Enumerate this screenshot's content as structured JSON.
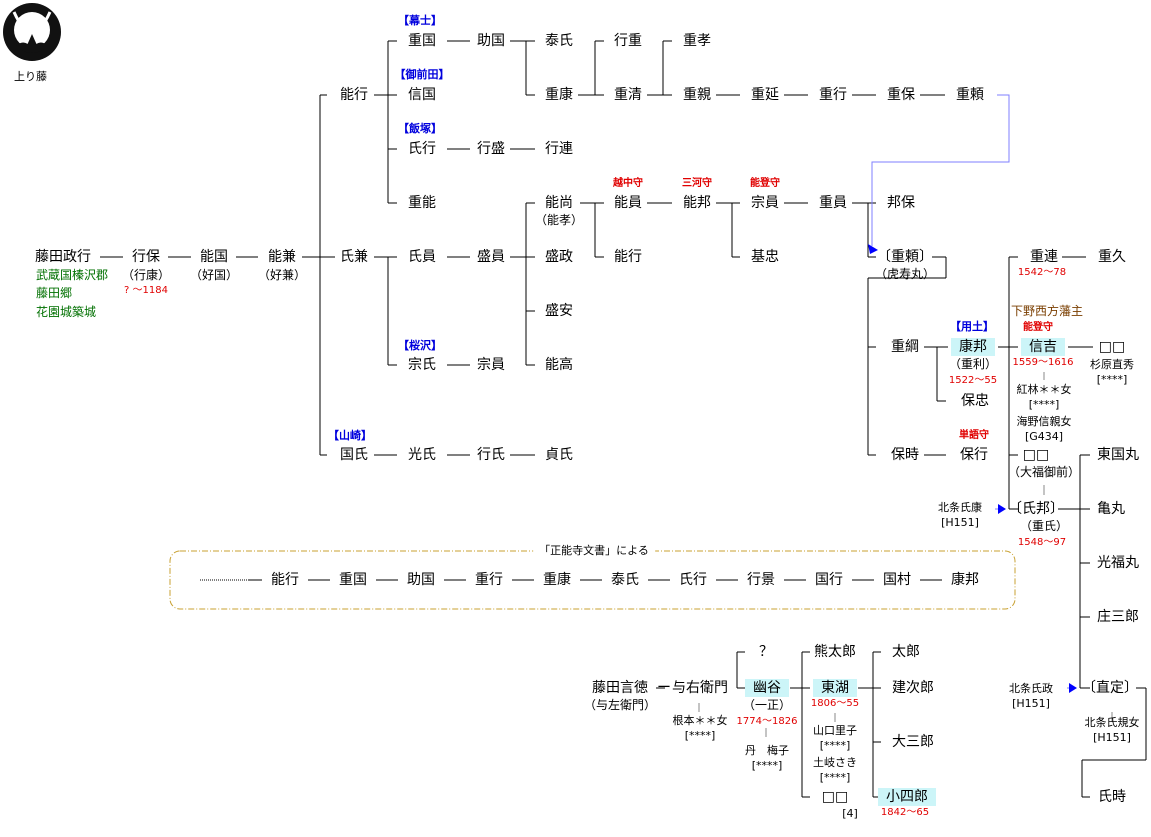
{
  "crest": {
    "label": "上り藤",
    "icon": "agari-fuji-crest-icon"
  },
  "origin": {
    "name": "藤田政行",
    "notes": [
      "武蔵国榛沢郡",
      "藤田郷",
      "花園城築城"
    ]
  },
  "line1": [
    {
      "name": "行保",
      "alias": "（行康）",
      "years": "? ～1184"
    },
    {
      "name": "能国",
      "alias": "（好国）"
    },
    {
      "name": "能兼",
      "alias": "（好兼）"
    }
  ],
  "gen5": {
    "nouyuki": "能行",
    "ujikane": "氏兼",
    "kuniuji": "国氏",
    "yamazaki_branch": "【山崎】"
  },
  "nouyuki_sons": {
    "shigekuni": {
      "name": "重国",
      "branch": "【幕士】"
    },
    "nobukuni": {
      "name": "信国",
      "branch": "【御前田】"
    },
    "ujiyuki": {
      "name": "氏行",
      "branch": "【飯塚】"
    },
    "shigeyoshi": {
      "name": "重能"
    }
  },
  "shigekuni_line": {
    "sukekuni": "助国",
    "yasuuji": "泰氏",
    "shigeyasu": "重康",
    "yukishige": "行重",
    "shigekiyo": "重清",
    "shigetaka": "重孝",
    "shigechika": "重親",
    "shigenobu": "重延",
    "shigeyuki": "重行",
    "shigeyasu2": "重保",
    "shigeyori": "重頼"
  },
  "ujiyuki_line": {
    "yukimori": "行盛",
    "yukitsura": "行連"
  },
  "ujikane_line": {
    "ujikazu": "氏員",
    "morikazu": "盛員",
    "sakurazawa_branch": "【桜沢】",
    "muneuji": "宗氏",
    "munekazu": "宗員",
    "yoshinao": {
      "name": "能尚",
      "alias": "（能孝）"
    },
    "morimasa": "盛政",
    "moriyasu": "盛安",
    "yoshitaka": "能高",
    "yoshikazu": {
      "name": "能員",
      "title": "越中守"
    },
    "yoshiyuki2": "能行",
    "yoshikuni": {
      "name": "能邦",
      "title": "三河守"
    },
    "munekazu2": {
      "name": "宗員",
      "title": "能登守"
    },
    "mototada": "基忠",
    "shigekazu": "重員",
    "kuniyasu": "邦保",
    "shigeyori2": {
      "name": "〔重頼〕",
      "alias": "（虎寿丸）"
    }
  },
  "kuniuji_line": {
    "mitsuuji": "光氏",
    "yukiuji": "行氏",
    "sadauji": "貞氏"
  },
  "late": {
    "shigetsuna": "重綱",
    "yasutoki": "保時",
    "yasuyuki": {
      "name": "保行",
      "title": "単語守"
    },
    "yasukuni": {
      "name": "康邦",
      "alias": "（重利）",
      "years": "1522～55",
      "branch": "【用土】"
    },
    "yasutada": "保忠",
    "shigetsura": {
      "name": "重連",
      "years": "1542～78"
    },
    "shigehisa": "重久",
    "nobuyoshi": {
      "name": "信吉",
      "domain": "下野西方藩主",
      "title": "能登守",
      "years": "1559～1616",
      "wives": [
        {
          "name": "紅林＊＊女",
          "ref": "[****]"
        },
        {
          "name": "海野信親女",
          "ref": "[G434]"
        }
      ]
    },
    "unknown_after_nobuyoshi": {
      "name": "□□",
      "note": "杉原直秀",
      "ref": "[****]"
    },
    "daughter": {
      "name": "□□",
      "alias": "（大福御前）"
    },
    "ujikuni": {
      "name": "〔氏邦〕",
      "alias": "（重氏）",
      "years": "1548～97",
      "adopted_from": "北条氏康",
      "ref": "[H151]"
    },
    "ujikuni_sons": [
      "東国丸",
      "亀丸",
      "光福丸",
      "庄三郎"
    ],
    "naosada": {
      "name": "〔直定〕",
      "adopted_from": "北条氏政",
      "ref": "[H151]",
      "wife": "北条氏規女",
      "wife_ref": "[H151]"
    },
    "ujitoki": "氏時"
  },
  "shonoji": {
    "caption": "「正能寺文書」による",
    "chain": [
      "能行",
      "重国",
      "助国",
      "重行",
      "重康",
      "泰氏",
      "氏行",
      "行景",
      "国行",
      "国村",
      "康邦"
    ]
  },
  "bottom": {
    "tokinori": {
      "name": "藤田言徳",
      "alias": "（与左衛門）"
    },
    "yoemon": {
      "name": "与右衛門",
      "wife": "根本＊＊女",
      "wife_ref": "[****]"
    },
    "unknown": "？",
    "yukoku": {
      "name": "幽谷",
      "alias": "（一正）",
      "years": "1774～1826",
      "wife": "丹　梅子",
      "wife_ref": "[****]"
    },
    "kumataro": "熊太郎",
    "toko": {
      "name": "東湖",
      "years": "1806～55",
      "wives": [
        {
          "name": "山口里子",
          "ref": "[****]"
        },
        {
          "name": "土岐さき",
          "ref": "[****]"
        }
      ]
    },
    "unknown2": {
      "name": "□□",
      "ref": "[4]"
    },
    "sons": [
      "太郎",
      "建次郎",
      "大三郎"
    ],
    "koshiro": {
      "name": "小四郎",
      "years": "1842～65"
    }
  },
  "colors": {
    "highlight": "#ccf5f8",
    "years": "#e00000",
    "branch": "#0000dd",
    "notes": "#007000",
    "domain": "#7a3e00",
    "frame": "#c8a030",
    "arrow": "#7f7fff"
  }
}
